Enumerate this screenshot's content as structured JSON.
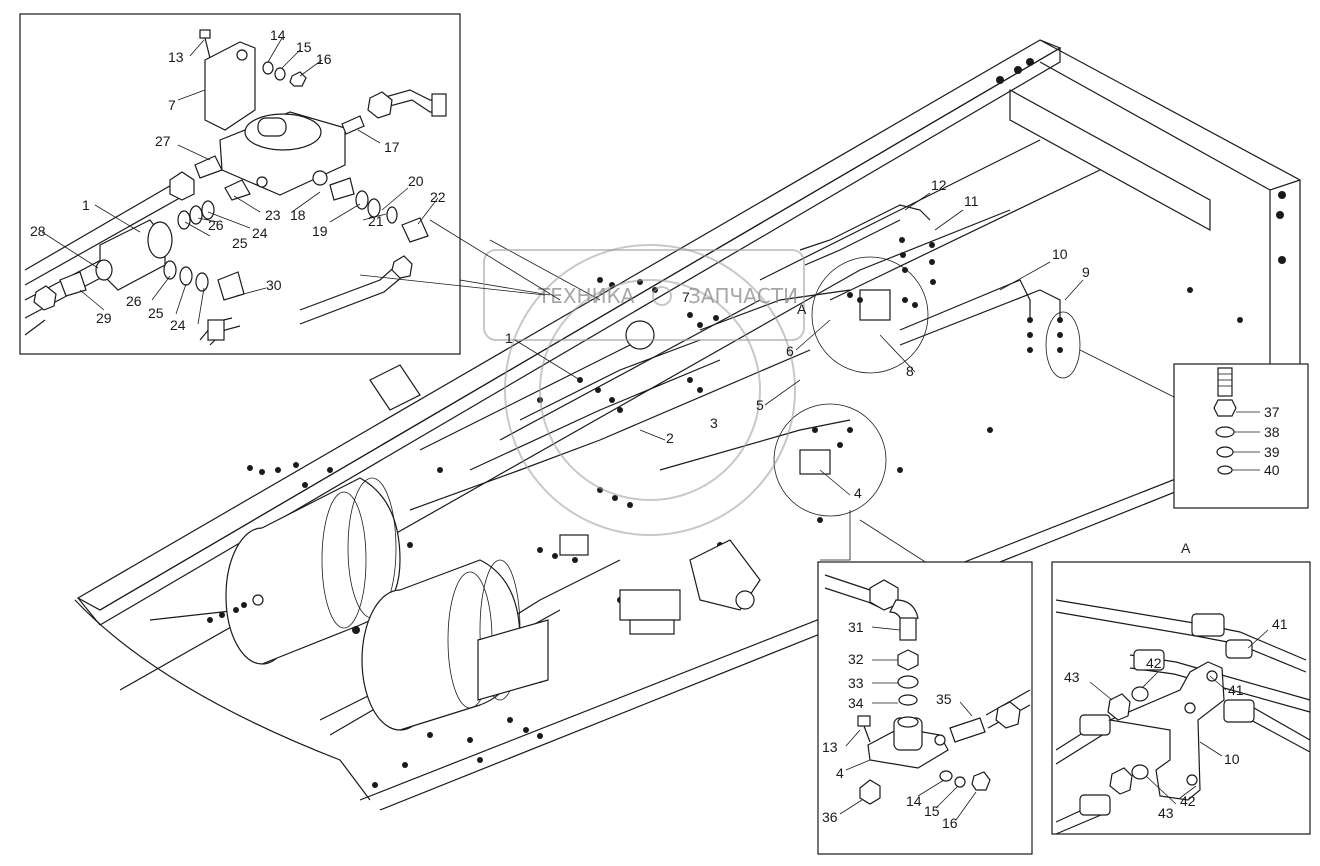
{
  "watermark": {
    "left_text": "ТЕХНИКА",
    "right_text": "ЗАПЧАСТИ"
  },
  "view_title": "A",
  "callouts": {
    "main": [
      "1",
      "2",
      "3",
      "4",
      "5",
      "6",
      "7",
      "8",
      "9",
      "10",
      "11",
      "12"
    ],
    "inset_top_left": [
      "13",
      "14",
      "15",
      "16",
      "7",
      "27",
      "17",
      "1",
      "20",
      "22",
      "28",
      "23",
      "18",
      "24",
      "19",
      "21",
      "26",
      "25",
      "29",
      "26",
      "25",
      "24",
      "30"
    ],
    "inset_right": [
      "37",
      "38",
      "39",
      "40"
    ],
    "inset_bottom": [
      "31",
      "32",
      "33",
      "34",
      "35",
      "13",
      "4",
      "36",
      "14",
      "15",
      "16"
    ],
    "inset_a": [
      "41",
      "42",
      "43",
      "41",
      "10",
      "43",
      "42"
    ]
  }
}
